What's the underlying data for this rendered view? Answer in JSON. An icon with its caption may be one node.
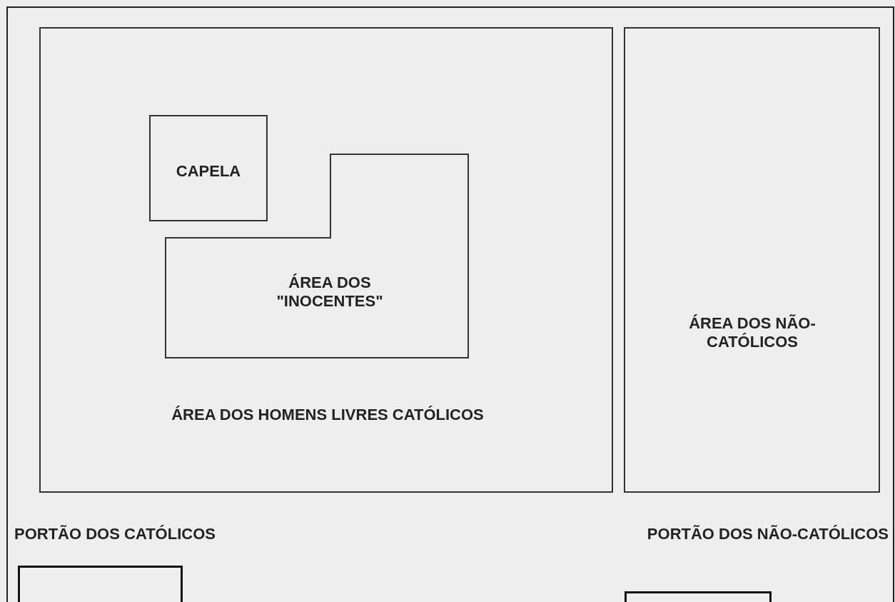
{
  "diagram": {
    "nodes": [
      {
        "text": [
          "ÁREA DOS HOMENS LIVRES CATÓLICOS"
        ]
      },
      {
        "text": [
          "CAPELA"
        ],
        "in": 0
      },
      {
        "text": [
          "ÁREA DOS \"INOCENTES\""
        ],
        "in": 0
      },
      {
        "text": [
          "ÁREA DOS NÃO-CATÓLICOS"
        ]
      },
      {
        "text": [
          "PORTÃO DOS CATÓLICOS"
        ]
      },
      {
        "text": [
          "PORTÃO DOS NÃO-CATÓLICOS"
        ]
      }
    ]
  }
}
